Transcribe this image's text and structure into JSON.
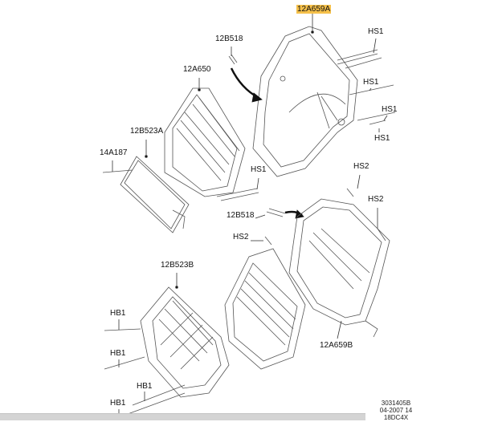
{
  "labels": {
    "cover_a": "12A659A",
    "bolt_top": "12B518",
    "hs1_a": "HS1",
    "hs1_b": "HS1",
    "hs1_c": "HS1",
    "hs1_d": "HS1",
    "module": "12A650",
    "bracket_a": "12B523A",
    "screw": "14A187",
    "hs1_e": "HS1",
    "hs2_a": "HS2",
    "hs2_b": "HS2",
    "bolt_bottom": "12B518",
    "hs2_c": "HS2",
    "bracket_b": "12B523B",
    "hb1_a": "HB1",
    "hb1_b": "HB1",
    "hb1_c": "HB1",
    "hb1_d": "HB1",
    "cover_b": "12A659B"
  },
  "footer": {
    "code": "3031405B",
    "date": "04-2007 14",
    "model": "18DC4X"
  },
  "colors": {
    "highlight": "#f5c04a"
  }
}
